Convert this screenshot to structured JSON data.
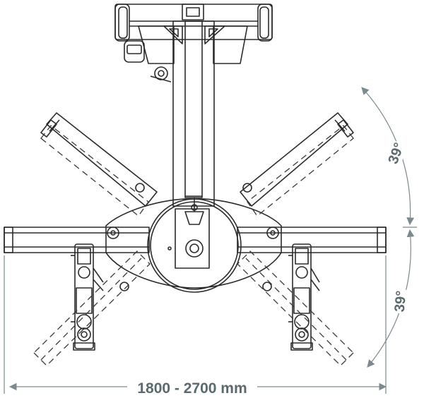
{
  "dimensions": {
    "angle_upper": "39°",
    "angle_lower": "39°",
    "width_range": "1800 - 2700 mm"
  },
  "colors": {
    "line": "#2b2b2b",
    "dashed": "#3a3a3a",
    "dimension": "#7a8a8e",
    "text": "#5a6a6e"
  }
}
